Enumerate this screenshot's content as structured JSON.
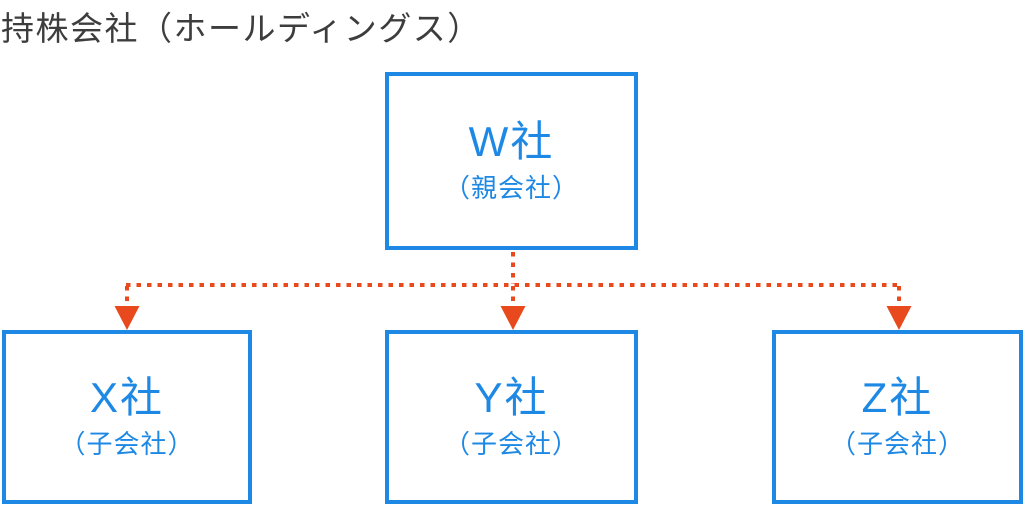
{
  "title": "持株会社（ホールディングス）",
  "colors": {
    "box_border": "#1e88e5",
    "box_text": "#1e88e5",
    "arrow": "#e8491d",
    "title_text": "#3d3d3d",
    "background": "#ffffff"
  },
  "nodes": {
    "parent": {
      "name": "W社",
      "role": "（親会社）"
    },
    "child_x": {
      "name": "X社",
      "role": "（子会社）"
    },
    "child_y": {
      "name": "Y社",
      "role": "（子会社）"
    },
    "child_z": {
      "name": "Z社",
      "role": "（子会社）"
    }
  },
  "edges": [
    {
      "from": "W社",
      "to": "X社"
    },
    {
      "from": "W社",
      "to": "Y社"
    },
    {
      "from": "W社",
      "to": "Z社"
    }
  ]
}
